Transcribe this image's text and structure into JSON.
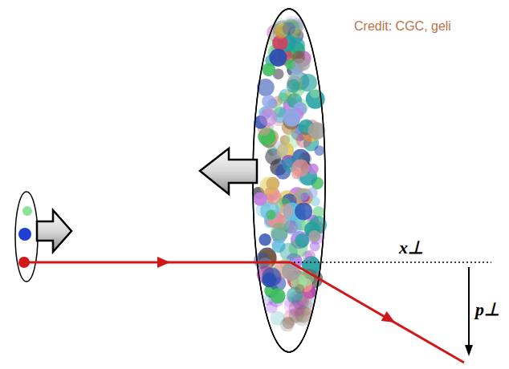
{
  "diagram": {
    "labels": [
      "Credit: CGC, geli",
      "x⊥",
      "p⊥"
    ]
  }
}
